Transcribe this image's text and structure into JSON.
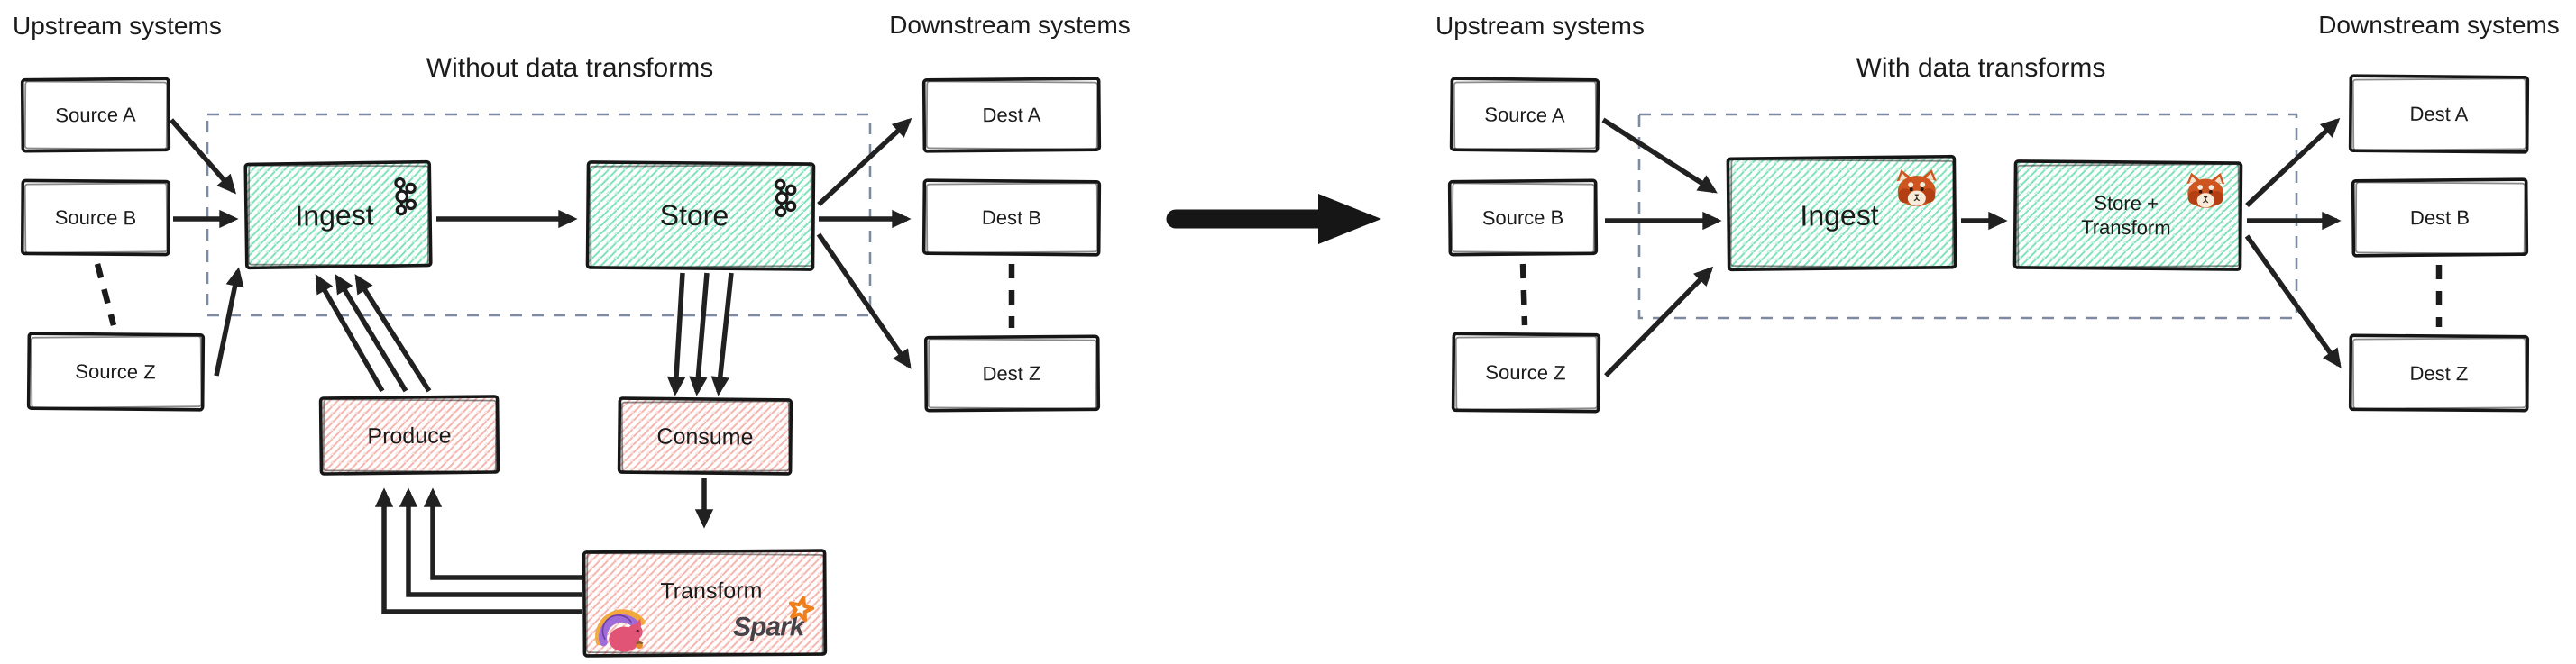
{
  "left": {
    "upstream_label": "Upstream systems",
    "downstream_label": "Downstream systems",
    "title": "Without data transforms",
    "sources": [
      "Source A",
      "Source B",
      "Source Z"
    ],
    "dests": [
      "Dest A",
      "Dest B",
      "Dest Z"
    ],
    "nodes": {
      "ingest": "Ingest",
      "store": "Store",
      "produce": "Produce",
      "consume": "Consume",
      "transform": "Transform"
    },
    "logos": {
      "ingest_icon": "kafka-logo",
      "store_icon": "kafka-logo",
      "transform_icon_left": "flink-squirrel-logo",
      "transform_icon_right": "spark-logo",
      "spark_wordmark": "Spark"
    }
  },
  "right": {
    "upstream_label": "Upstream systems",
    "downstream_label": "Downstream systems",
    "title": "With data transforms",
    "sources": [
      "Source A",
      "Source B",
      "Source Z"
    ],
    "dests": [
      "Dest A",
      "Dest B",
      "Dest Z"
    ],
    "nodes": {
      "ingest": "Ingest",
      "store_transform_line1": "Store +",
      "store_transform_line2": "Transform"
    },
    "logos": {
      "ingest_icon": "redpanda-logo",
      "store_transform_icon": "redpanda-logo"
    }
  },
  "colors": {
    "teal_hatch": "#7de2b8",
    "pink_hatch": "#f5b3ad",
    "zone_dash": "#7e8aa2",
    "ink": "#1b1b1b",
    "spark_orange": "#ef7f1b",
    "flink_body_pink": "#e25476",
    "flink_tail_purple": "#9e6bd9",
    "flink_tail_orange": "#f2a93e",
    "redpanda_orange": "#cf5520"
  }
}
